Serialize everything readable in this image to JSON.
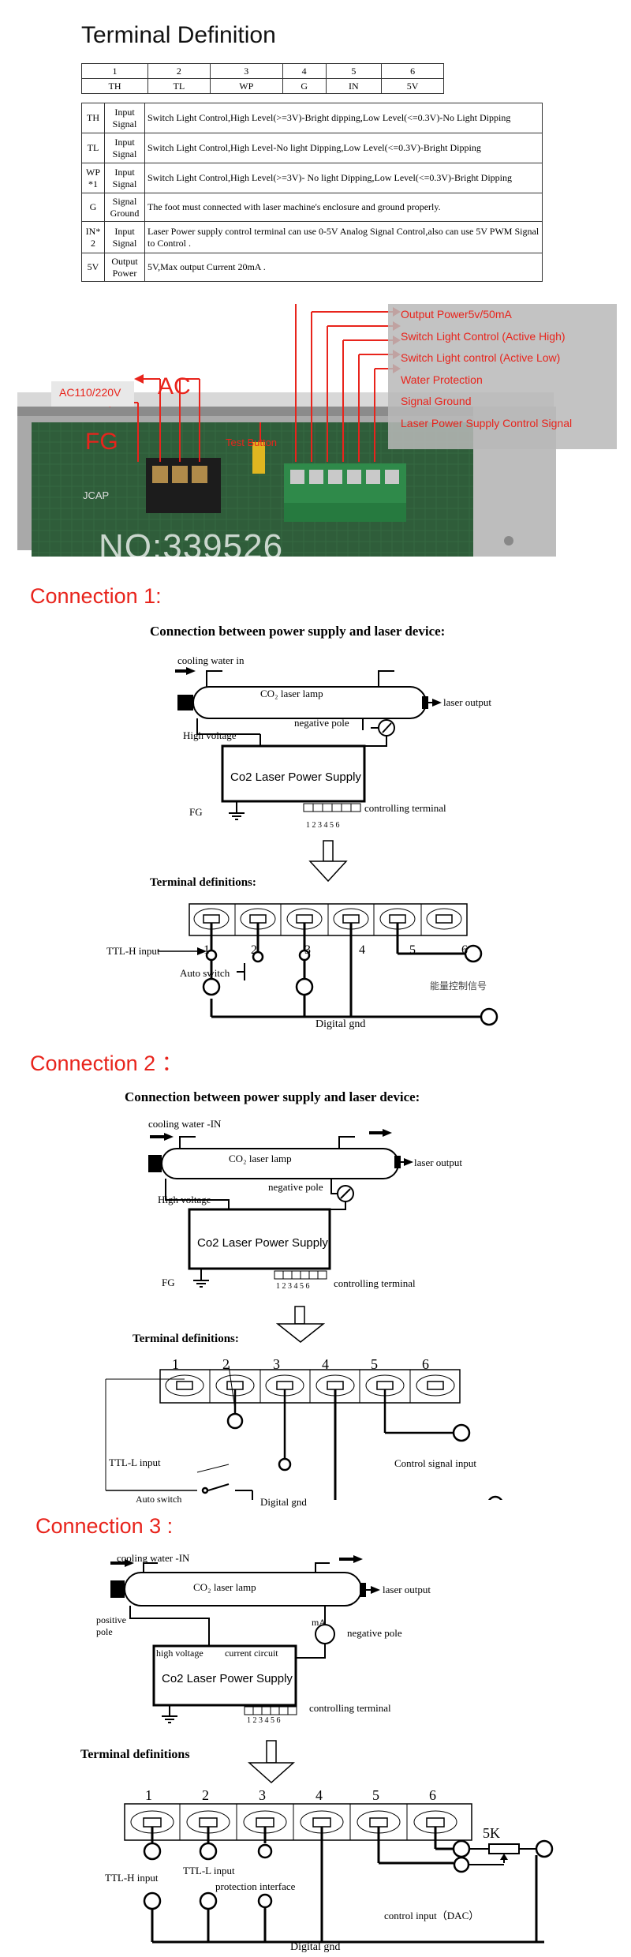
{
  "title": "Terminal Definition",
  "header_table": {
    "numbers": [
      "1",
      "2",
      "3",
      "4",
      "5",
      "6"
    ],
    "codes": [
      "TH",
      "TL",
      "WP",
      "G",
      "IN",
      "5V"
    ]
  },
  "definitions": [
    {
      "code": "TH",
      "type": "Input Signal",
      "desc": "Switch Light Control,High Level(>=3V)-Bright dipping,Low Level(<=0.3V)-No Light Dipping"
    },
    {
      "code": "TL",
      "type": "Input Signal",
      "desc": "Switch Light Control,High Level-No light Dipping,Low Level(<=0.3V)-Bright Dipping"
    },
    {
      "code": "WP *1",
      "type": "Input Signal",
      "desc": "Switch Light Control,High Level(>=3V)- No light Dipping,Low Level(<=0.3V)-Bright Dipping"
    },
    {
      "code": "G",
      "type": "Signal Ground",
      "desc": "The foot must connected with laser machine's enclosure and ground properly."
    },
    {
      "code": "IN* 2",
      "type": "Input Signal",
      "desc": "Laser Power supply control terminal can use 0-5V Analog Signal Control,also can use 5V PWM Signal to Control ."
    },
    {
      "code": "5V",
      "type": "Output Power",
      "desc": "5V,Max output Current 20mA ."
    }
  ],
  "photo": {
    "ac_label": "AC",
    "ac_voltage": "AC110/220V",
    "fg_label": "FG",
    "test_button": "Test Button",
    "brand": "JCAP",
    "watermark": "NO:339526",
    "callouts": [
      "Output Power5v/50mA",
      "Switch Light Control (Active High)",
      "Switch Light control (Active Low)",
      "Water Protection",
      "Signal Ground",
      "Laser Power Supply Control Signal"
    ],
    "colors": {
      "red": "#e8241c",
      "panel": "#c8c8c8"
    }
  },
  "connection1": {
    "title": "Connection  1:",
    "subtitle": "Connection between power supply and laser device:",
    "cooling": "cooling water in",
    "lamp": "CO₂ laser lamp",
    "laser_output": "laser output",
    "negative_pole": "negative pole",
    "high_voltage": "High voltage",
    "supply": "Co2 Laser Power Supply",
    "fg": "FG",
    "controlling_terminal": "controlling terminal",
    "pins_small": "1 2 3 4  5 6",
    "terminal_defs": "Terminal definitions:",
    "ttl": "TTL-H input",
    "auto_switch": "Auto switch",
    "digital_gnd": "Digital gnd",
    "pin_nums": [
      "1",
      "2",
      "3",
      "4",
      "5",
      "6"
    ],
    "chinese_note": "能量控制信号"
  },
  "connection2": {
    "title": "Connection 2  ：",
    "subtitle": "Connection between power supply and laser device:",
    "cooling": "cooling water -IN",
    "lamp": "CO₂ laser lamp",
    "laser_output": "laser output",
    "negative_pole": "negative pole",
    "high_voltage": "High voltage",
    "supply": "Co2 Laser Power Supply",
    "fg": "FG",
    "controlling_terminal": "controlling terminal",
    "pins_small": "1 2 3 4  5 6",
    "terminal_defs": "Terminal definitions:",
    "pin_nums": [
      "1",
      "2",
      "3",
      "4",
      "5",
      "6"
    ],
    "ttl": "TTL-L input",
    "auto_switch": "Auto switch",
    "digital_gnd": "Digital gnd",
    "control_signal": "Control signal input"
  },
  "connection3": {
    "title": "Connection 3 :",
    "cooling": "cooling water -IN",
    "lamp": "CO₂ laser lamp",
    "laser_output": "laser output",
    "positive_pole": "positive pole",
    "ma": "mA",
    "negative_pole": "negative pole",
    "high_voltage": "high voltage",
    "current_circuit": "current circuit",
    "supply": "Co2 Laser Power Supply",
    "controlling_terminal": "controlling terminal",
    "pins_small": "1 2 3 4  5 6",
    "terminal_defs": "Terminal definitions",
    "pin_nums": [
      "1",
      "2",
      "3",
      "4",
      "5",
      "6"
    ],
    "ttl_h": "TTL-H input",
    "ttl_l": "TTL-L input",
    "protection": "protection interface",
    "control_input": "control input（DAC）",
    "pot": "5K",
    "digital_gnd": "Digital gnd"
  }
}
